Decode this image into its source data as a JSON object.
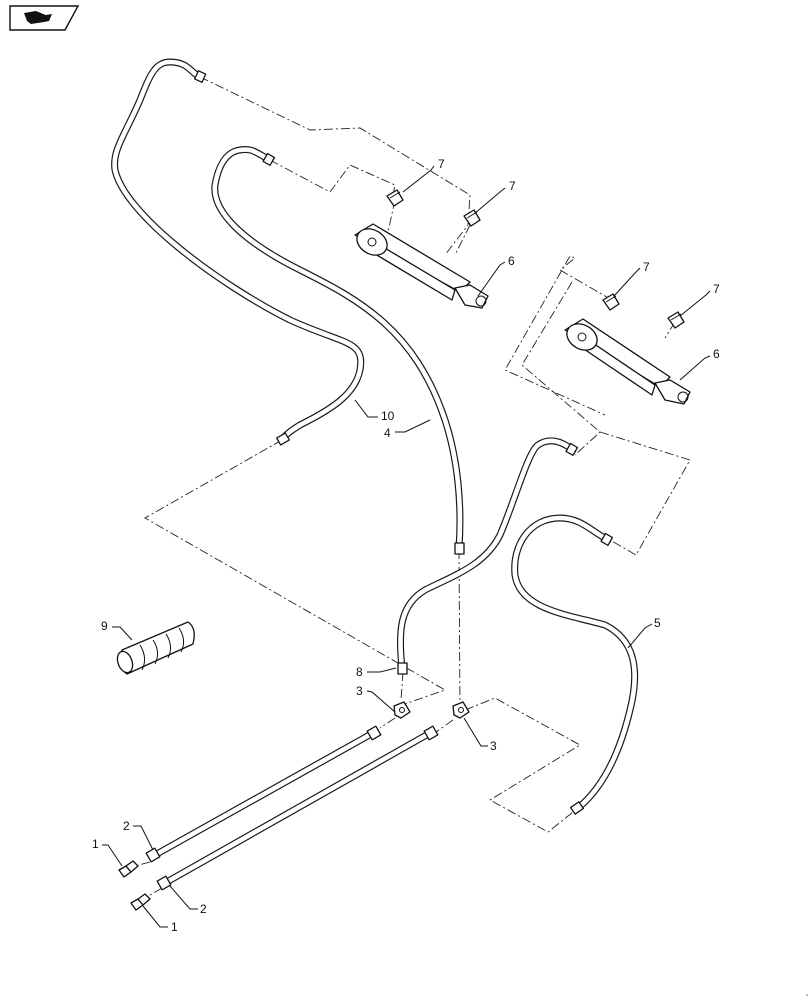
{
  "callouts": {
    "c1a": "1",
    "c1b": "1",
    "c2a": "2",
    "c2b": "2",
    "c3a": "3",
    "c3b": "3",
    "c4": "4",
    "c5": "5",
    "c6a": "6",
    "c6b": "6",
    "c7a": "7",
    "c7b": "7",
    "c7c": "7",
    "c7d": "7",
    "c8": "8",
    "c9": "9",
    "c10": "10"
  },
  "icons": {
    "corner": "open-book-icon"
  }
}
